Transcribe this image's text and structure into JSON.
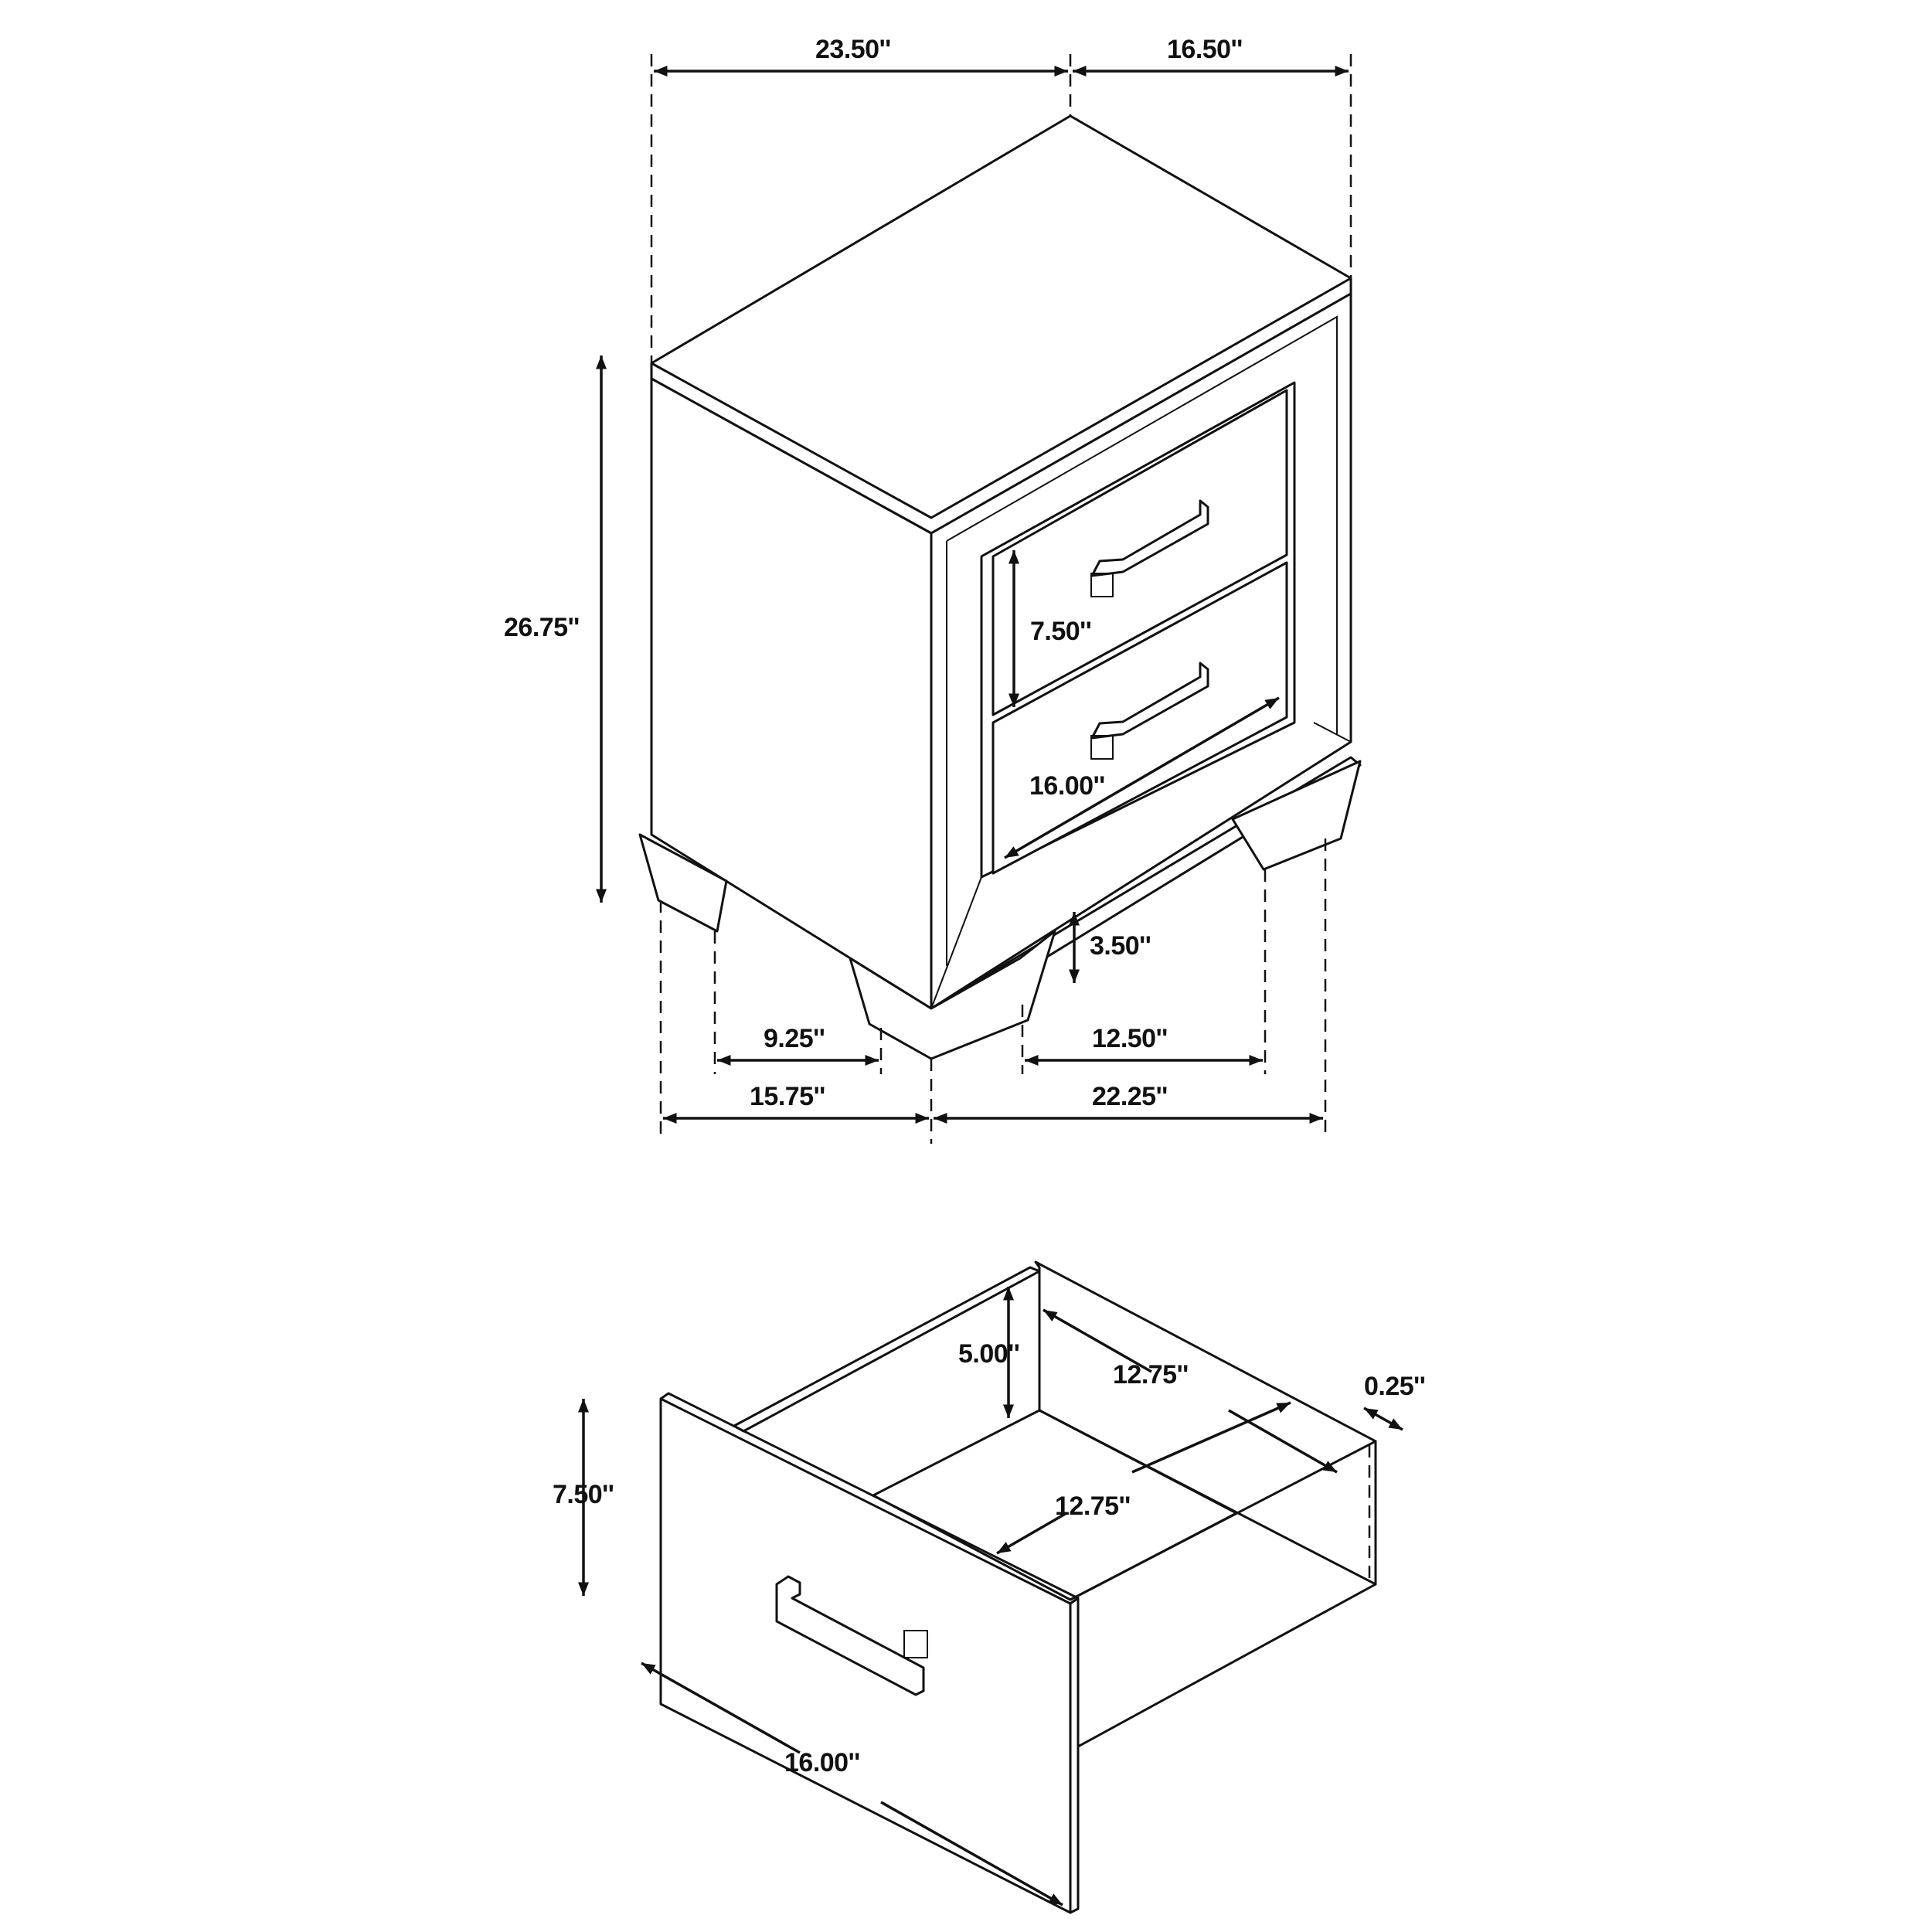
{
  "title": "Nightstand dimension diagram",
  "nightstand": {
    "overall_width": "23.50''",
    "overall_depth": "16.50''",
    "overall_height": "26.75''",
    "drawer_front_height": "7.50''",
    "drawer_front_width": "16.00''",
    "leg_height": "3.50''",
    "leg_span_side": "9.25''",
    "leg_span_front": "12.50''",
    "base_depth": "15.75''",
    "base_width": "22.25''"
  },
  "drawer": {
    "front_height": "7.50''",
    "front_width": "16.00''",
    "side_height": "5.00''",
    "inner_depth": "12.75''",
    "inner_width": "12.75''",
    "side_thickness": "0.25''"
  },
  "colors": {
    "line": "#111111",
    "background": "#ffffff"
  }
}
